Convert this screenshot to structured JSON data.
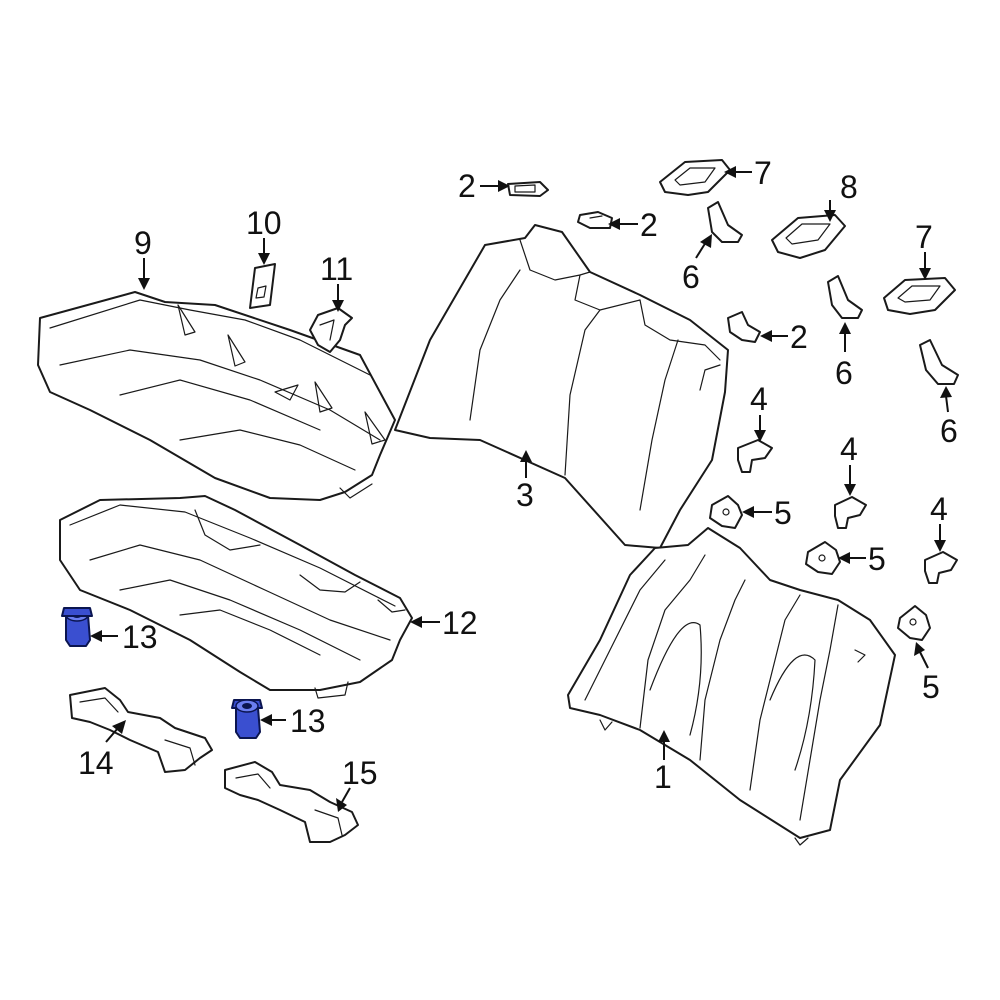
{
  "colors": {
    "line": "#1a1a1a",
    "background": "#ffffff",
    "highlight": "#3a4fd0"
  },
  "callouts": [
    {
      "id": "c1",
      "label": "1"
    },
    {
      "id": "c2a",
      "label": "2"
    },
    {
      "id": "c2b",
      "label": "2"
    },
    {
      "id": "c2c",
      "label": "2"
    },
    {
      "id": "c3",
      "label": "3"
    },
    {
      "id": "c4a",
      "label": "4"
    },
    {
      "id": "c4b",
      "label": "4"
    },
    {
      "id": "c4c",
      "label": "4"
    },
    {
      "id": "c5a",
      "label": "5"
    },
    {
      "id": "c5b",
      "label": "5"
    },
    {
      "id": "c5c",
      "label": "5"
    },
    {
      "id": "c6a",
      "label": "6"
    },
    {
      "id": "c6b",
      "label": "6"
    },
    {
      "id": "c6c",
      "label": "6"
    },
    {
      "id": "c7a",
      "label": "7"
    },
    {
      "id": "c7b",
      "label": "7"
    },
    {
      "id": "c8",
      "label": "8"
    },
    {
      "id": "c9",
      "label": "9"
    },
    {
      "id": "c10",
      "label": "10"
    },
    {
      "id": "c11",
      "label": "11"
    },
    {
      "id": "c12",
      "label": "12"
    },
    {
      "id": "c13a",
      "label": "13"
    },
    {
      "id": "c13b",
      "label": "13"
    },
    {
      "id": "c14",
      "label": "14"
    },
    {
      "id": "c15",
      "label": "15"
    }
  ],
  "highlighted_parts": [
    "13"
  ]
}
